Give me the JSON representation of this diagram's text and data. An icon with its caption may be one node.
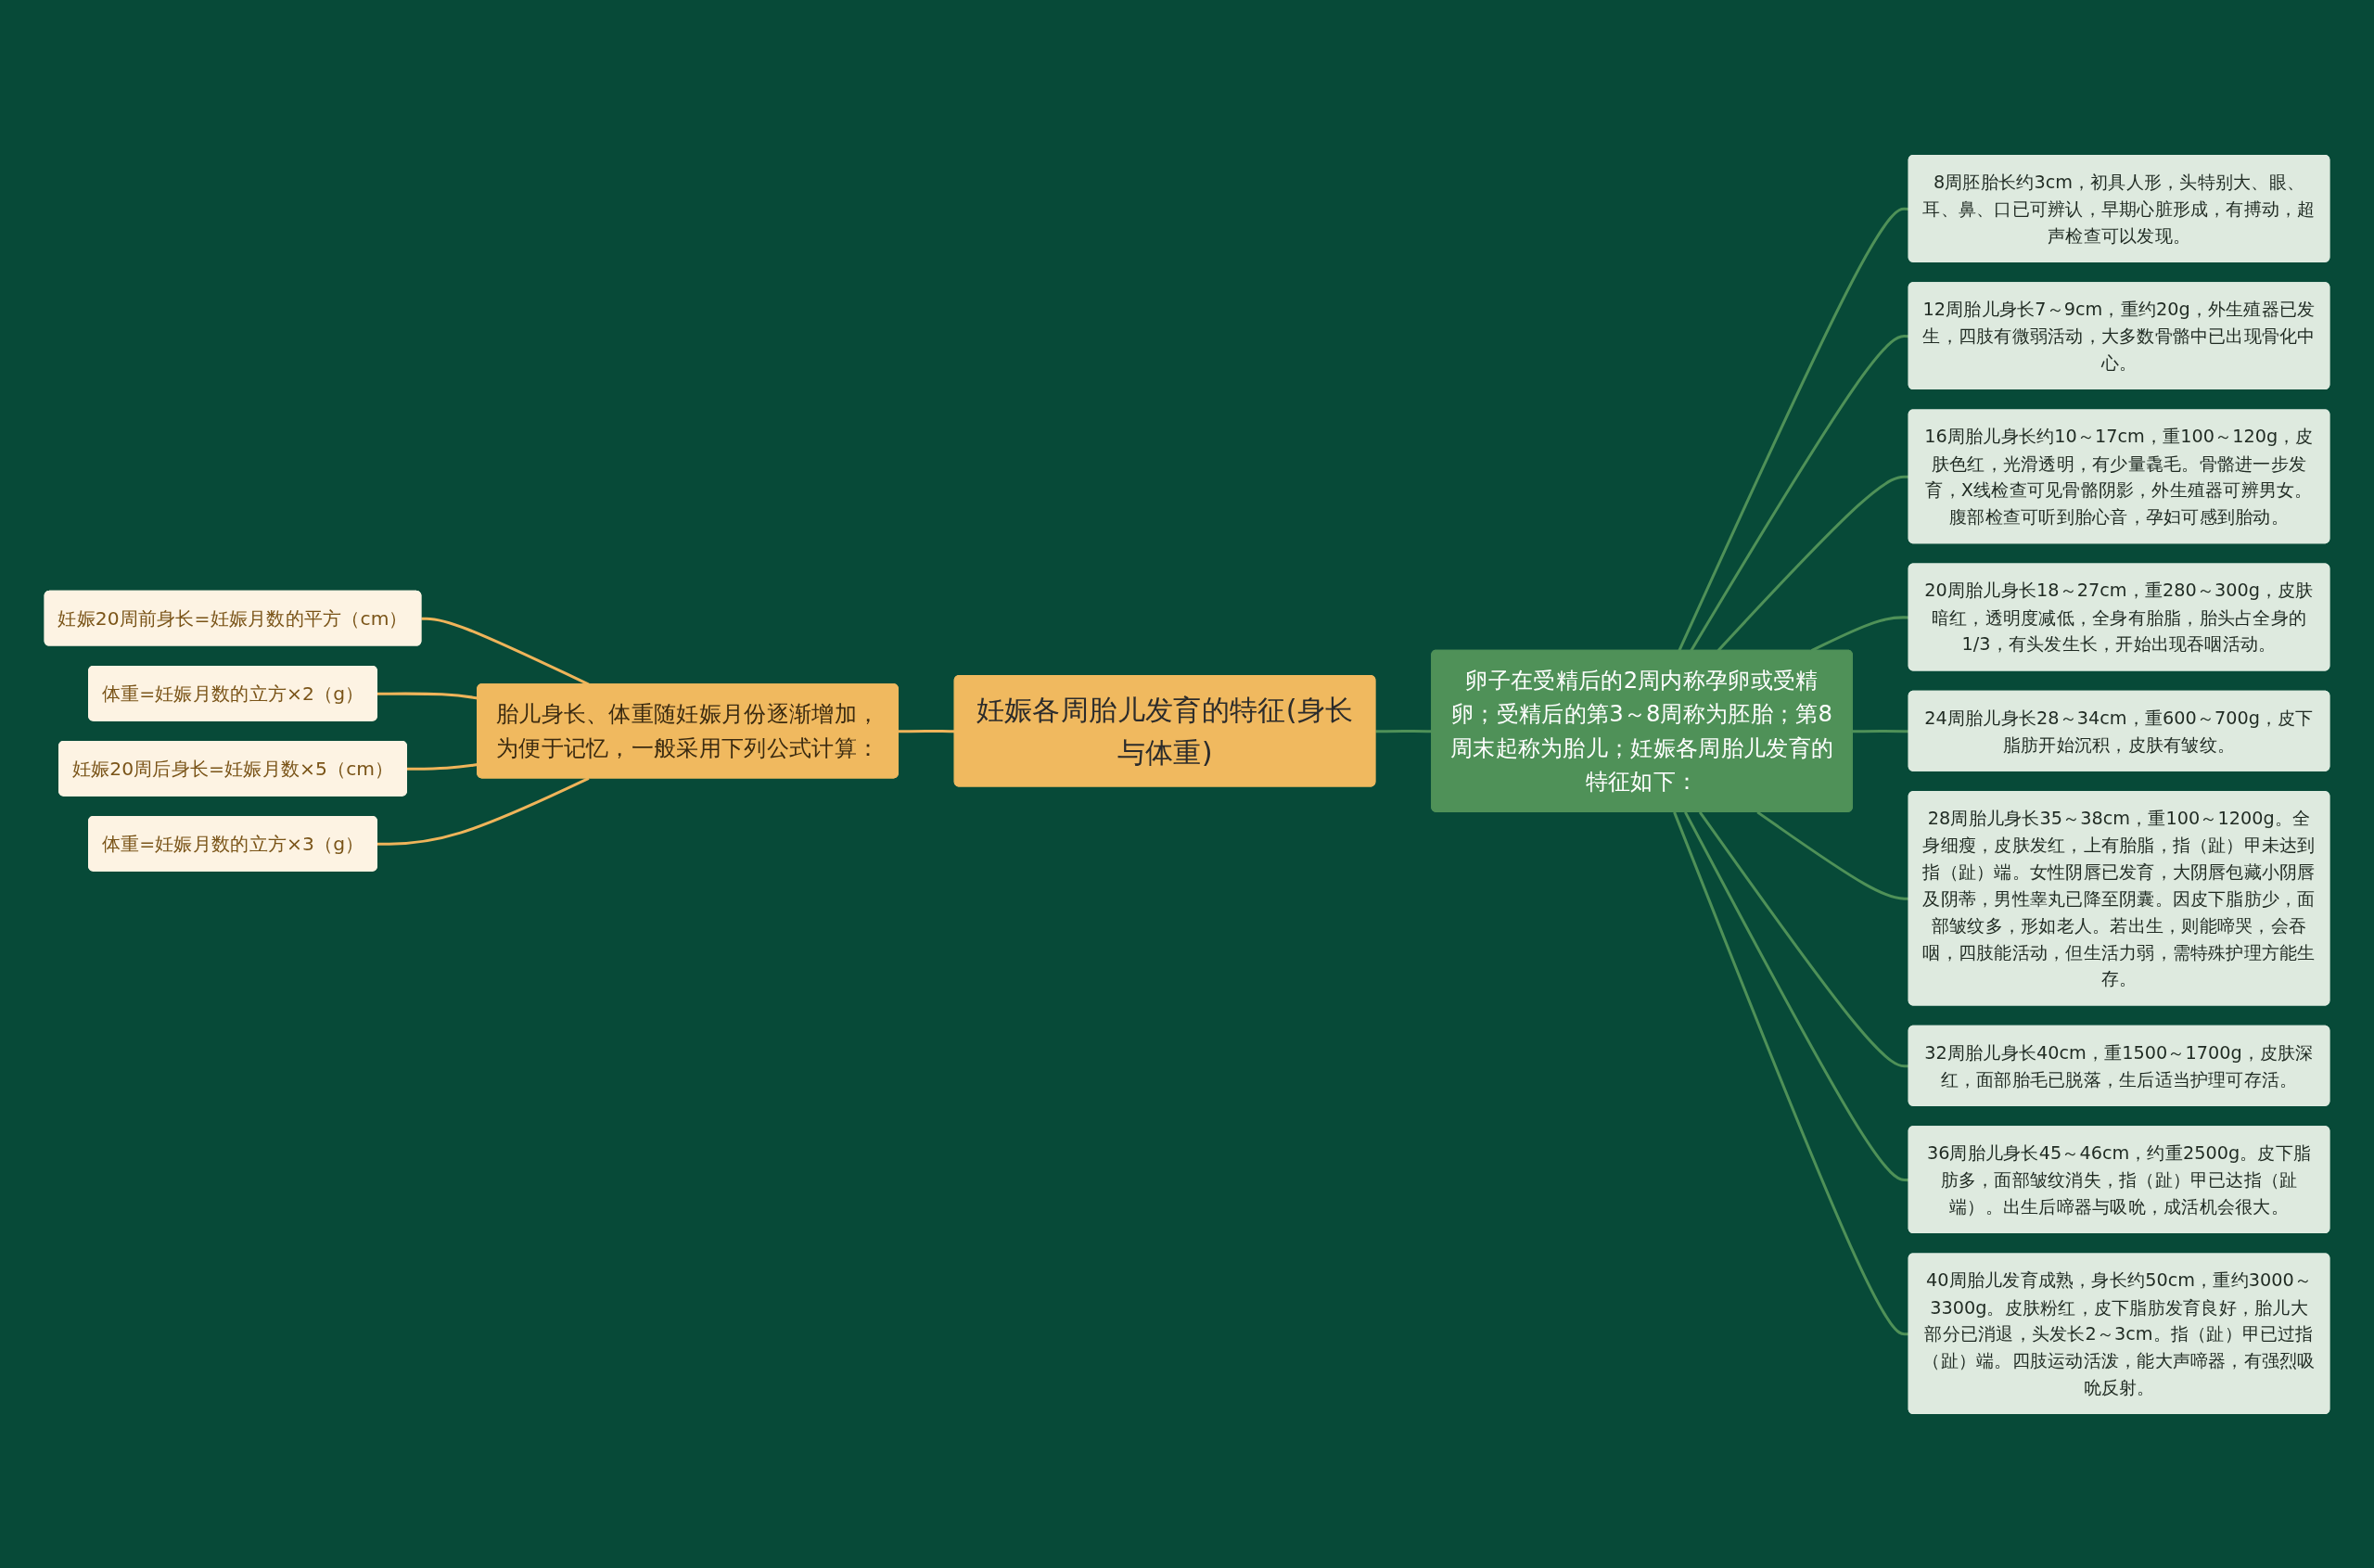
{
  "diagram": {
    "nodes": [
      {
        "text": [
          "妊娠各周胎儿发育的特征(身长与体重)"
        ]
      },
      {
        "text": [
          "胎儿身长、体重随妊娠月份逐渐增加，为便于记忆，一般采用下列公式计算："
        ]
      },
      {
        "text": [
          "妊娠20周前身长=妊娠月数的平方（cm）"
        ]
      },
      {
        "text": [
          "体重=妊娠月数的立方×2（g）"
        ]
      },
      {
        "text": [
          "妊娠20周后身长=妊娠月数×5（cm）"
        ]
      },
      {
        "text": [
          "体重=妊娠月数的立方×3（g）"
        ]
      },
      {
        "text": [
          "卵子在受精后的2周内称孕卵或受精卵；受精后的第3～8周称为胚胎；第8周末起称为胎儿；妊娠各周胎儿发育的特征如下："
        ]
      },
      {
        "text": [
          "8周胚胎长约3cm，初具人形，头特别大、眼、耳、鼻、口已可辨认，早期心脏形成，有搏动，超声检查可以发现。"
        ]
      },
      {
        "text": [
          "12周胎儿身长7～9cm，重约20g，外生殖器已发生，四肢有微弱活动，大多数骨骼中已出现骨化中心。"
        ]
      },
      {
        "text": [
          "16周胎儿身长约10～17cm，重100～120g，皮肤色红，光滑透明，有少量毳毛。骨骼进一步发育，X线检查可见骨骼阴影，外生殖器可辨男女。腹部检查可听到胎心音，孕妇可感到胎动。"
        ]
      },
      {
        "text": [
          "20周胎儿身长18～27cm，重280～300g，皮肤暗红，透明度减低，全身有胎脂，胎头占全身的1/3，有头发生长，开始出现吞咽活动。"
        ]
      },
      {
        "text": [
          "24周胎儿身长28～34cm，重600～700g，皮下脂肪开始沉积，皮肤有皱纹。"
        ]
      },
      {
        "text": [
          "28周胎儿身长35～38cm，重100～1200g。全身细瘦，皮肤发红，上有胎脂，指（趾）甲未达到指（趾）端。女性阴唇已发育，大阴唇包藏小阴唇及阴蒂，男性睾丸已降至阴囊。因皮下脂肪少，面部皱纹多，形如老人。若出生，则能啼哭，会吞咽，四肢能活动，但生活力弱，需特殊护理方能生存。"
        ]
      },
      {
        "text": [
          "32周胎儿身长40cm，重1500～1700g，皮肤深红，面部胎毛已脱落，生后适当护理可存活。"
        ]
      },
      {
        "text": [
          "36周胎儿身长45～46cm，约重2500g。皮下脂肪多，面部皱纹消失，指（趾）甲已达指（趾端）。出生后啼器与吸吮，成活机会很大。"
        ]
      },
      {
        "text": [
          "40周胎儿发育成熟，身长约50cm，重约3000～3300g。皮肤粉红，皮下脂肪发育良好，胎儿大部分已消退，头发长2～3cm。指（趾）甲已过指（趾）端。四肢运动活泼，能大声啼器，有强烈吸吮反射。"
        ]
      }
    ],
    "edges": [
      {
        "from": 2,
        "to": 1,
        "arrow": "none",
        "color": "#efb45a"
      },
      {
        "from": 3,
        "to": 1,
        "arrow": "none",
        "color": "#efb45a"
      },
      {
        "from": 4,
        "to": 1,
        "arrow": "none",
        "color": "#efb45a"
      },
      {
        "from": 5,
        "to": 1,
        "arrow": "none",
        "color": "#efb45a"
      },
      {
        "from": 1,
        "to": 0,
        "arrow": "none",
        "color": "#efb45a"
      },
      {
        "from": 0,
        "to": 6,
        "arrow": "none"
      },
      {
        "from": 6,
        "to": 7,
        "arrow": "none"
      },
      {
        "from": 6,
        "to": 8,
        "arrow": "none"
      },
      {
        "from": 6,
        "to": 9,
        "arrow": "none"
      },
      {
        "from": 6,
        "to": 10,
        "arrow": "none"
      },
      {
        "from": 6,
        "to": 11,
        "arrow": "none"
      },
      {
        "from": 6,
        "to": 12,
        "arrow": "none"
      },
      {
        "from": 6,
        "to": 13,
        "arrow": "none"
      },
      {
        "from": 6,
        "to": 14,
        "arrow": "none"
      },
      {
        "from": 6,
        "to": 15,
        "arrow": "none"
      }
    ]
  }
}
